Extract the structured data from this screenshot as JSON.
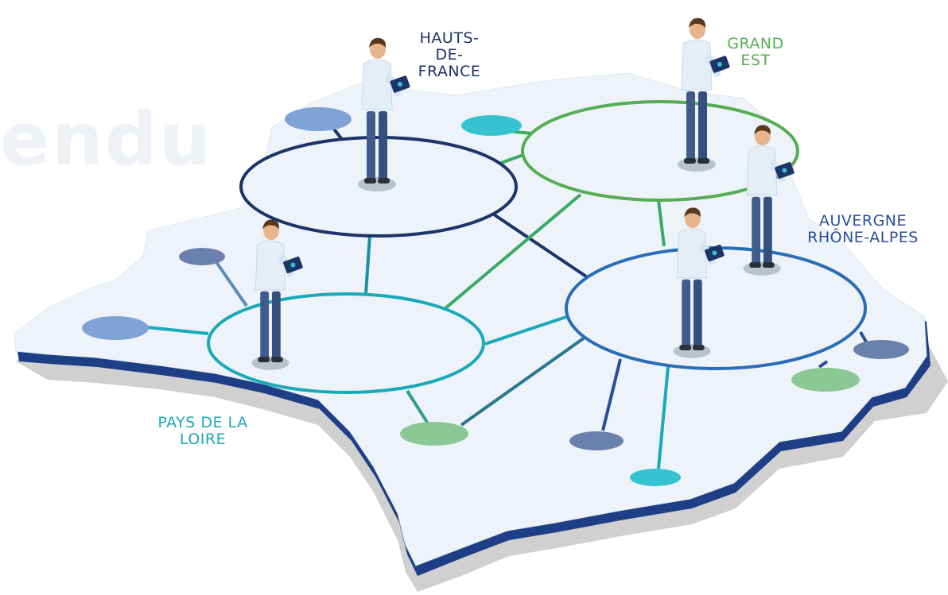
{
  "watermark_text": "endu",
  "regions": {
    "hauts_de_france": {
      "label": "HAUTS-\nDE-\nFRANCE",
      "color": "#1c3468"
    },
    "grand_est": {
      "label": "GRAND\nEST",
      "color": "#55ad55"
    },
    "auvergne_rhone_alpes": {
      "label": "AUVERGNE\nRHÔNE-ALPES",
      "color": "#2a4e97"
    },
    "pays_de_la_loire": {
      "label": "PAYS DE LA\nLOIRE",
      "color": "#1aa9b8"
    }
  },
  "colors": {
    "map_surface": "#edf3f8",
    "map_edge": "#1e3f86",
    "shadow": "#c9c9c9",
    "node_light_blue": "#7fa3d6",
    "node_teal": "#35c3d1",
    "node_slate": "#6b81ad",
    "node_green": "#8cc896",
    "person_shirt": "#e4eef7",
    "person_pants": "#3f5c8c",
    "person_hair": "#5a3a1e",
    "skin": "#e8b48c"
  }
}
